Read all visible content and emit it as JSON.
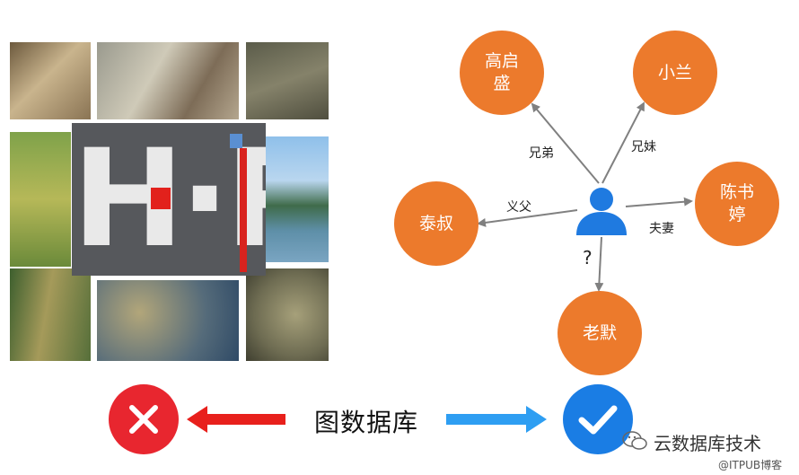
{
  "logo": {
    "text": "H·R"
  },
  "nodes": {
    "gao_qisheng": "高启\n盛",
    "xiaolan": "小兰",
    "chen_shuting": "陈书\n婷",
    "taishu": "泰叔",
    "laomo": "老默"
  },
  "edges": {
    "brothers": "兄弟",
    "siblings": "兄妹",
    "godfather": "义父",
    "spouse": "夫妻",
    "unknown": "?"
  },
  "bottom": {
    "label": "图数据库"
  },
  "watermark": {
    "main": "云数据库技术",
    "sub": "@ITPUB博客"
  },
  "colors": {
    "node": "#ec7a2c",
    "person": "#1f7ae0",
    "wrong": "#e8262f",
    "right": "#1a7de4",
    "arrow_left": "#e8201c",
    "arrow_right": "#2e9ef2"
  }
}
